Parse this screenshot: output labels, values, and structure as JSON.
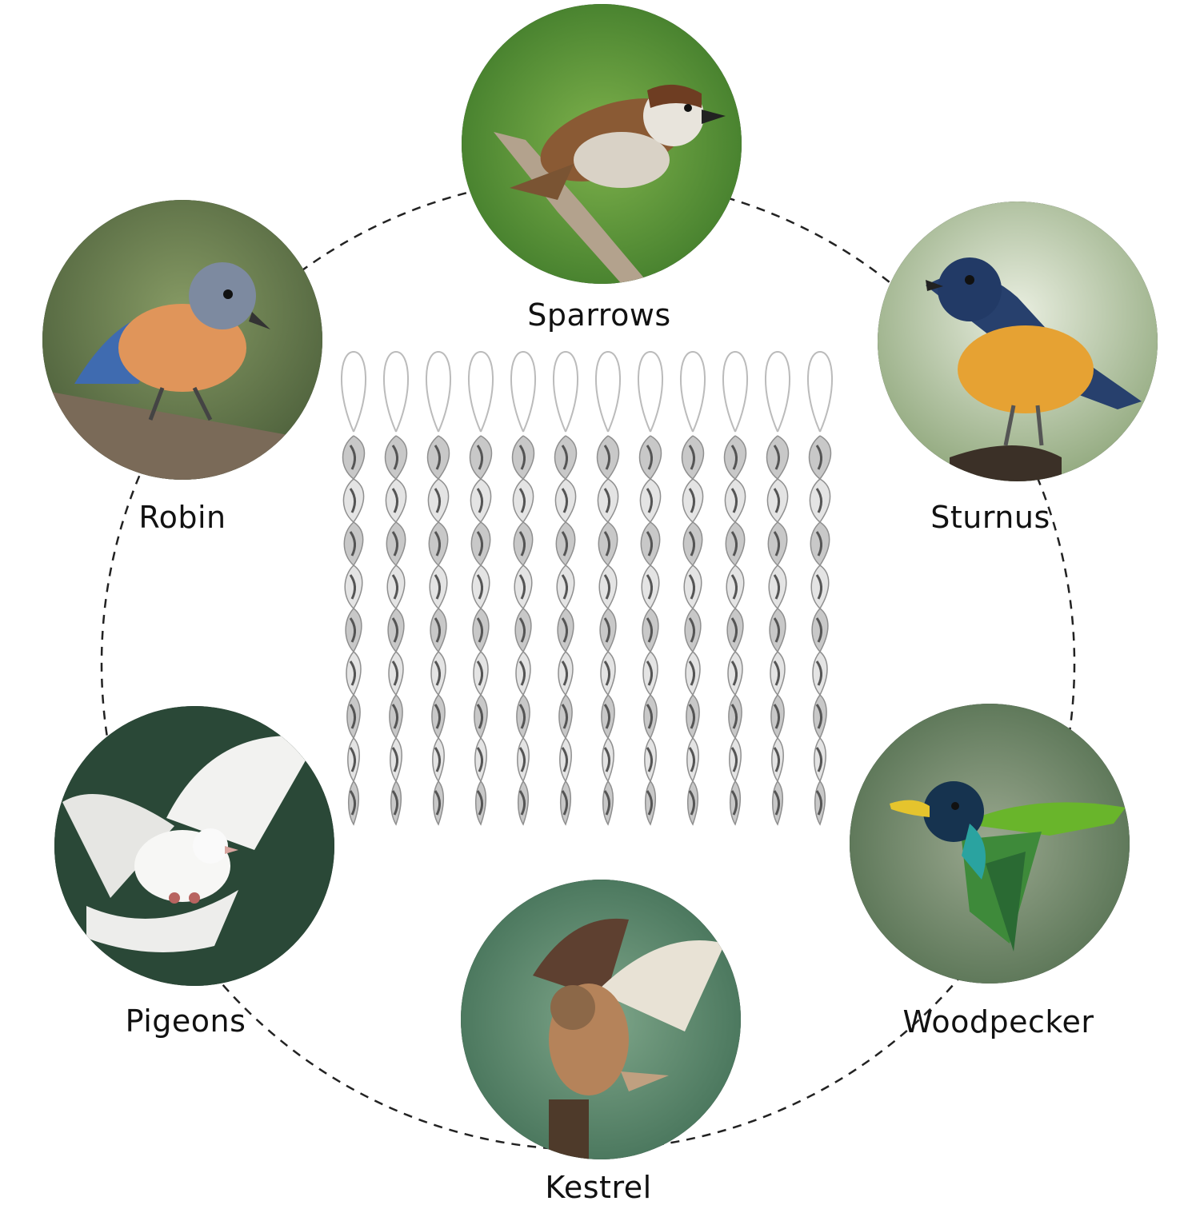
{
  "birds": [
    {
      "id": "sparrows",
      "name": "Sparrows",
      "icon": "sparrow-photo"
    },
    {
      "id": "sturnus",
      "name": "Sturnus",
      "icon": "sturnus-photo"
    },
    {
      "id": "woodpecker",
      "name": "Woodpecker",
      "icon": "woodpecker-photo"
    },
    {
      "id": "kestrel",
      "name": "Kestrel",
      "icon": "kestrel-photo"
    },
    {
      "id": "pigeons",
      "name": "Pigeons",
      "icon": "pigeon-photo"
    },
    {
      "id": "robin",
      "name": "Robin",
      "icon": "robin-photo"
    }
  ],
  "product": {
    "icon": "reflective-spiral-repeller",
    "count": 12,
    "color": "#c8c8c8"
  }
}
